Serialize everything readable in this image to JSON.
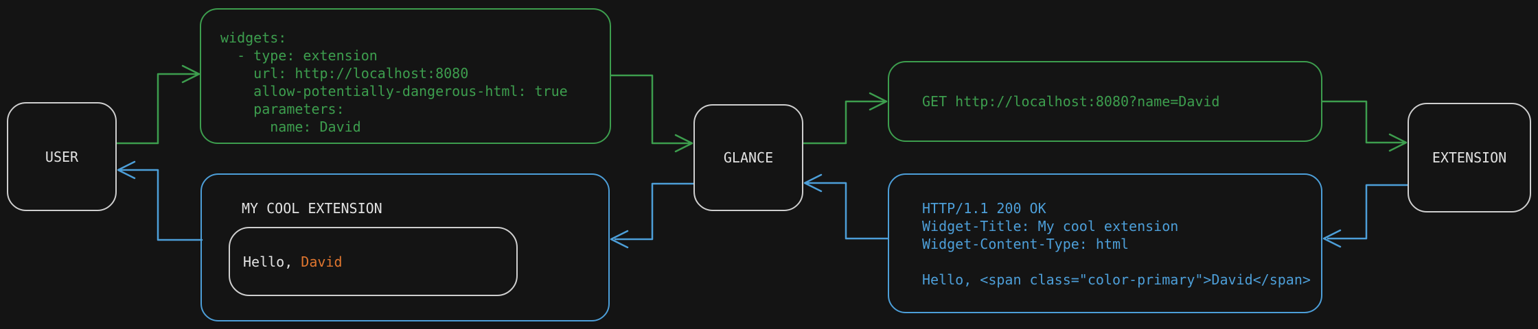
{
  "colors": {
    "background": "#141414",
    "green": "#3d9e4e",
    "blue": "#4d9fd9",
    "orange": "#e0762f",
    "text": "#e3e3e3",
    "node_border": "#cfcfcf"
  },
  "nodes": {
    "user": {
      "label": "USER"
    },
    "glance": {
      "label": "GLANCE"
    },
    "extension": {
      "label": "EXTENSION"
    }
  },
  "boxes": {
    "config": {
      "code": "widgets:\n  - type: extension\n    url: http://localhost:8080\n    allow-potentially-dangerous-html: true\n    parameters:\n      name: David"
    },
    "request": {
      "code": "GET http://localhost:8080?name=David"
    },
    "response": {
      "code": "HTTP/1.1 200 OK\nWidget-Title: My cool extension\nWidget-Content-Type: html\n\nHello, <span class=\"color-primary\">David</span>"
    },
    "widget": {
      "title": "MY COOL EXTENSION",
      "greeting_prefix": "Hello, ",
      "greeting_name": "David"
    }
  }
}
